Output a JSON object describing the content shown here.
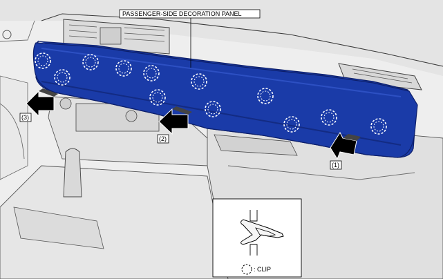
{
  "callout": {
    "panel": "PASSENGER-SIDE DECORATION PANEL"
  },
  "arrows": [
    {
      "label": "(1)"
    },
    {
      "label": "(2)"
    },
    {
      "label": "(3)"
    }
  ],
  "legend": {
    "clip_text": ": CLIP"
  },
  "colors": {
    "panel_fill": "#1a3ba8",
    "panel_edge": "#0d1f6a",
    "arrow_fill": "#000000",
    "clip_stroke": "#ffffff"
  },
  "icons": [
    "clip-icon",
    "removal-arrow-icon",
    "dashed-circle-icon"
  ]
}
